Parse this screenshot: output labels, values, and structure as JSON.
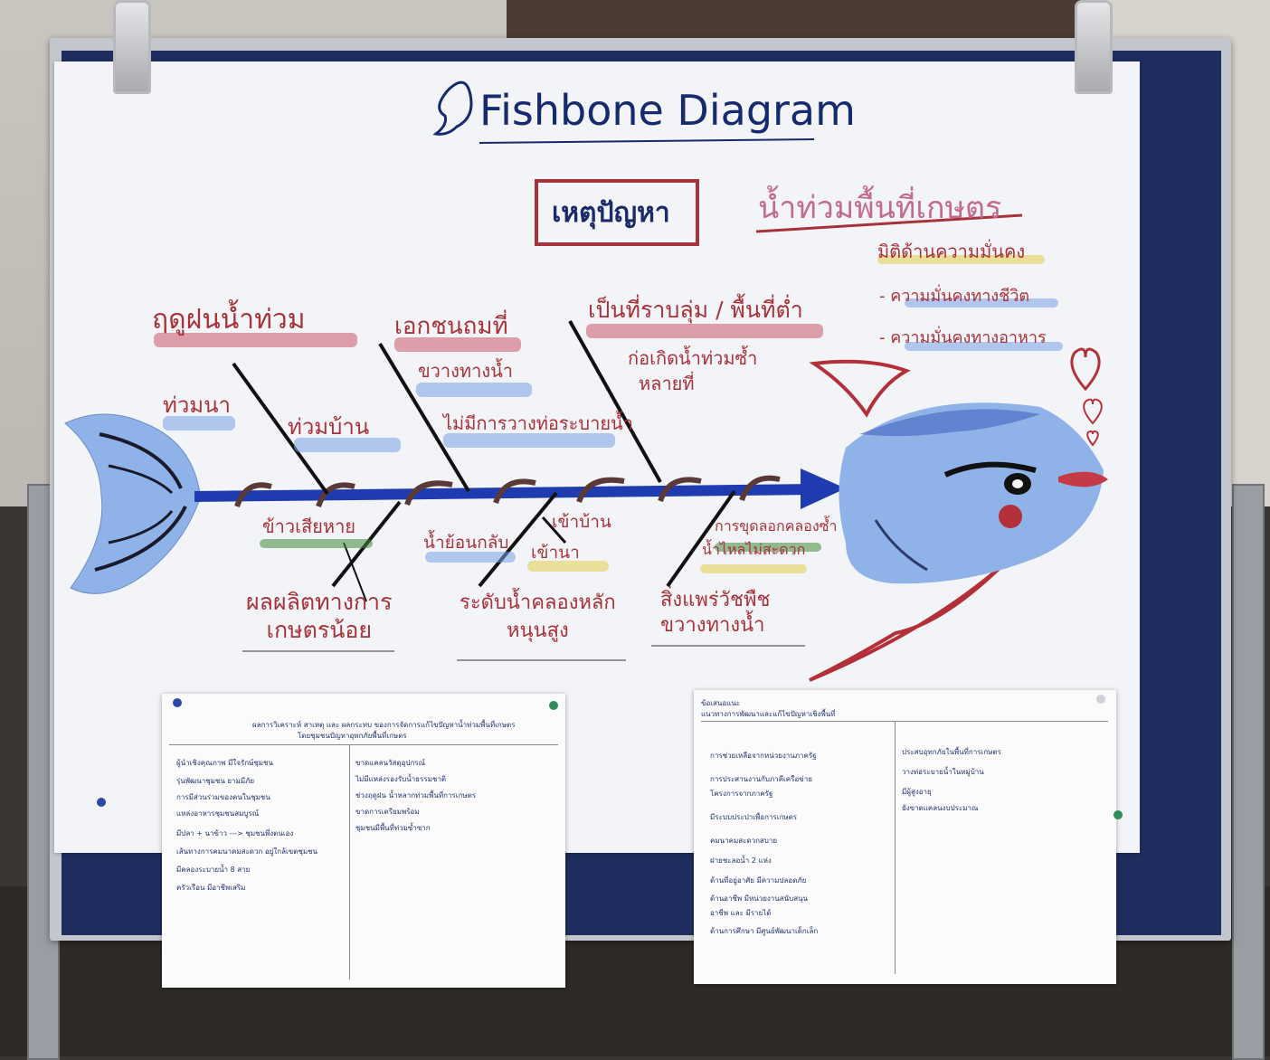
{
  "title": "Fishbone Diagram",
  "problem_label": "เหตุปัญหา",
  "topic": "น้ำท่วมพื้นที่เกษตร",
  "effect": {
    "heading": "มิติด้านความมั่นคง",
    "items": [
      "- ความมั่นคงทางชีวิต",
      "- ความมั่นคงทางอาหาร"
    ]
  },
  "categories": {
    "season": {
      "label": "ฤดูฝนน้ำท่วม",
      "causes": [
        "ท่วมนา",
        "ท่วมบ้าน"
      ]
    },
    "private_land": {
      "label": "เอกชนถมที่",
      "causes": [
        "ขวางทางน้ำ",
        "ไม่มีการวางท่อระบายน้ำ"
      ]
    },
    "lowland": {
      "label": "เป็นที่ราบลุ่ม / พื้นที่ต่ำ",
      "causes": [
        "ก่อเกิดน้ำท่วมซ้ำ",
        "หลายที่"
      ]
    },
    "yield": {
      "label": "ผลผลิตทางการ\nเกษตรน้อย",
      "causes": [
        "ข้าวเสียหาย"
      ]
    },
    "canal": {
      "label": "ระดับน้ำคลองหลัก\nหนุนสูง",
      "causes": [
        "น้ำย้อนกลับ",
        "เข้าบ้าน",
        "เข้านา"
      ]
    },
    "weeds": {
      "label": "สิ่งแพร่วัชพืช\nขวางทางน้ำ",
      "causes": [
        "การขุดลอกคลองซ้ำ",
        "น้ำไหลไม่สะดวก"
      ]
    }
  },
  "note_left": {
    "header": "ผลการวิเคราะห์ สาเหตุ และ ผลกระทบ ของการจัดการแก้ไขปัญหาน้ำท่วมพื้นที่เกษตร",
    "sub": "โดยชุมชนปัญหาอุทกภัยพื้นที่เกษตร",
    "col1": [
      "ผู้นำเชิงคุณภาพ มีใจรักษ์ชุมชน",
      "รุ่นพัฒนาชุมชน ยามมีภัย",
      "การมีส่วนร่วมของคนในชุมชน",
      "แหล่งอาหารชุมชนสมบูรณ์",
      "มีปลา + นาข้าว ---> ชุมชนพึ่งตนเอง",
      "เส้นทางการคมนาคมสะดวก อยู่ใกล้เขตชุมชน",
      "มีคลองระบายน้ำ 8 สาย",
      "ครัวเรือน มีอาชีพเสริม"
    ],
    "col2": [
      "ขาดแคลนวัสดุอุปกรณ์",
      "ไม่มีแหล่งรองรับน้ำธรรมชาติ",
      "ช่วงฤดูฝน น้ำหลากท่วมพื้นที่การเกษตร",
      "ขาดการเตรียมพร้อม",
      "ชุมชนมีพื้นที่ท่วมซ้ำซาก"
    ]
  },
  "note_right": {
    "header": "ข้อเสนอแนะ",
    "sub": "แนวทางการพัฒนาและแก้ไขปัญหาเชิงพื้นที่",
    "col1": [
      "การช่วยเหลือจากหน่วยงานภาครัฐ",
      "การประสานงานกับภาคีเครือข่าย",
      "โครงการจากภาครัฐ",
      "มีระบบประปาเพื่อการเกษตร",
      "คมนาคมสะดวกสบาย",
      "ฝายชะลอน้ำ 2 แห่ง",
      "ด้านที่อยู่อาศัย มีความปลอดภัย",
      "ด้านอาชีพ มีหน่วยงานสนับสนุน",
      "อาชีพ และ มีรายได้",
      "ด้านการศึกษา มีศูนย์พัฒนาเด็กเล็ก"
    ],
    "col2": [
      "ประสบอุทกภัยในพื้นที่การเกษตร",
      "วางท่อระบายน้ำในหมู่บ้าน",
      "มีผู้สูงอายุ",
      "ยังขาดแคลนงบประมาณ"
    ]
  },
  "colors": {
    "spine": "#1f3bb0",
    "bone": "#111111",
    "label_red": "#a8323a",
    "fish_blue": "#8fb2e8",
    "title_navy": "#162a6e",
    "topic_pink": "#c26a8f"
  },
  "icons": [
    "fish-logo-icon",
    "heart-icon",
    "heart-icon",
    "heart-icon"
  ]
}
